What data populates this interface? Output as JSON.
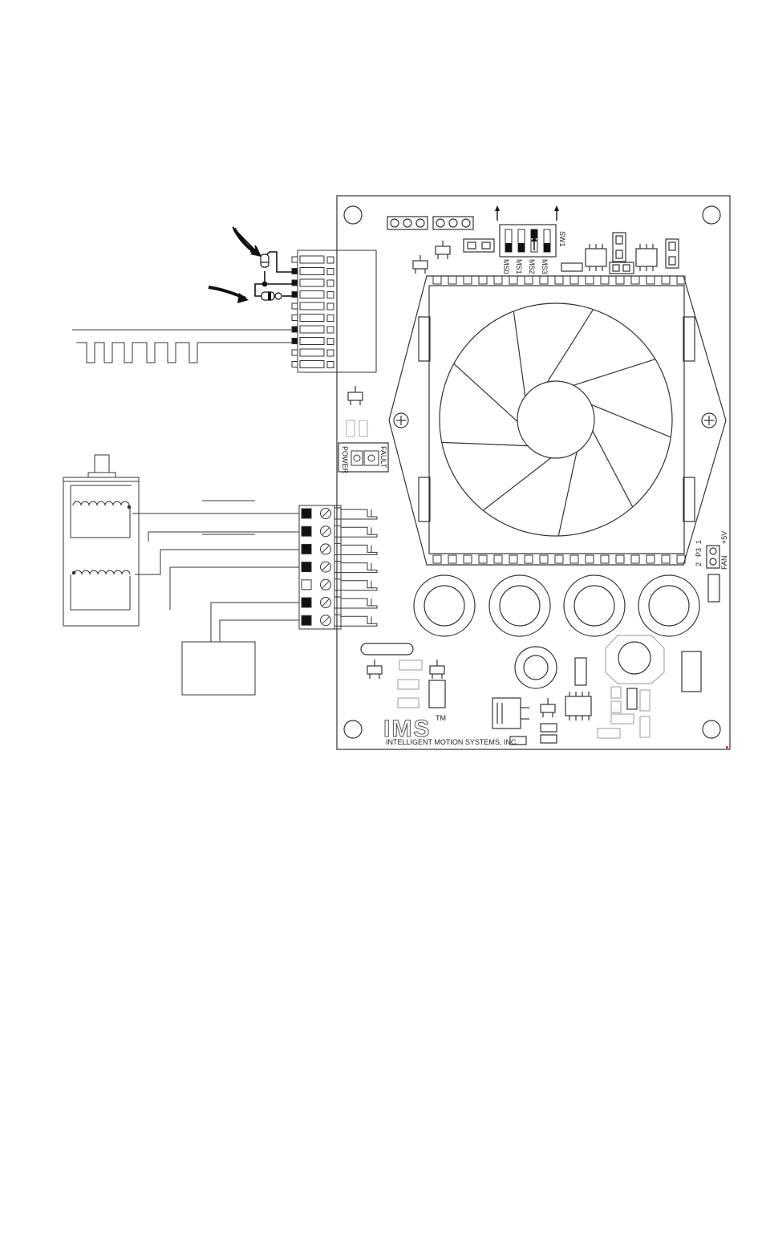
{
  "switch": {
    "label": "SW1",
    "positions": [
      "MS0",
      "MS1",
      "MS2",
      "MS3"
    ]
  },
  "leds": {
    "power_label": "POWER",
    "fault_label": "FAULT"
  },
  "fan_header": {
    "ref": "P3",
    "pin1": "1",
    "pin2": "2",
    "voltage": "+5V",
    "label": "FAN"
  },
  "logo": {
    "mark": "IMS",
    "trademark": "TM",
    "company": "INTELLIGENT MOTION SYSTEMS, INC."
  },
  "colors": {
    "line": "#1a1a1a",
    "board": "#333333"
  }
}
